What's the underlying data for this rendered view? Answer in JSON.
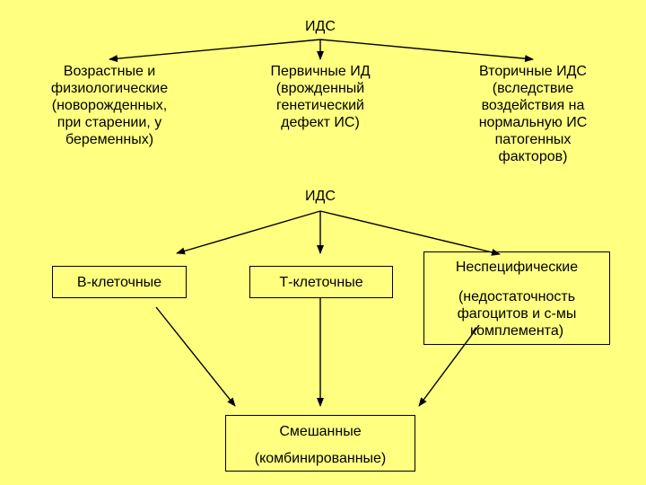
{
  "top": {
    "root_label": "ИДС",
    "children": [
      "Возрастные и\nфизиологические\n(новорожденных,\nпри старении, у\nбеременных)",
      "Первичные ИД\n(врожденный\nгенетический\nдефект ИС)",
      "Вторичные ИДС\n(вследствие\nвоздействия на\nнормальную ИС\nпатогенных\nфакторов)"
    ]
  },
  "bottom": {
    "root_label": "ИДС",
    "b_cell": "В-клеточные",
    "t_cell": "Т-клеточные",
    "nonspecific_title": "Неспецифические",
    "nonspecific_detail": "(недостаточность\nфагоцитов и с-мы\nкомплемента)",
    "mixed_title": "Смешанные",
    "mixed_detail": "(комбинированные)"
  }
}
